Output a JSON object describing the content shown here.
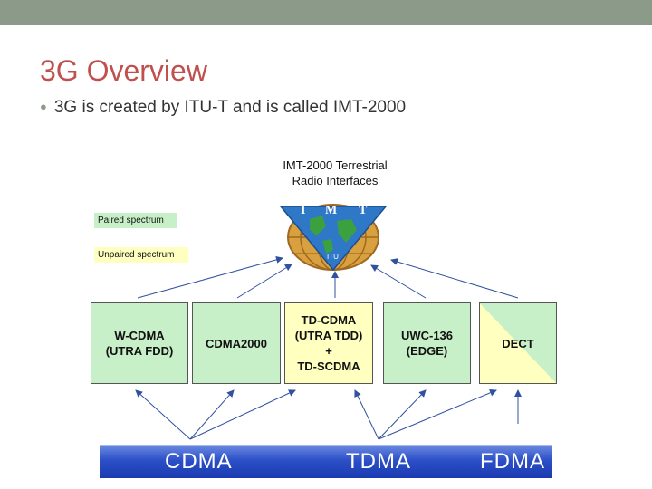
{
  "slide": {
    "title": "3G Overview",
    "bullet": "3G is created by ITU-T and is called IMT-2000"
  },
  "diagram": {
    "title_line1": "IMT-2000 Terrestrial",
    "title_line2": "Radio Interfaces",
    "logo_letters": [
      "I",
      "M",
      "T"
    ],
    "logo_caption": "ITU",
    "legend": {
      "paired": "Paired spectrum",
      "unpaired": "Unpaired spectrum"
    },
    "interfaces": [
      {
        "label": "W-CDMA\n(UTRA FDD)"
      },
      {
        "label": "CDMA2000"
      },
      {
        "label": "TD-CDMA\n(UTRA TDD)\n+\nTD-SCDMA"
      },
      {
        "label": "UWC-136\n(EDGE)"
      },
      {
        "label": "DECT"
      }
    ],
    "access": {
      "cdma": "CDMA",
      "tdma": "TDMA",
      "fdma": "FDMA"
    }
  },
  "colors": {
    "title": "#c0504d",
    "paired": "#c8f0c8",
    "unpaired": "#ffffc0",
    "bar": "#2c50c8"
  }
}
